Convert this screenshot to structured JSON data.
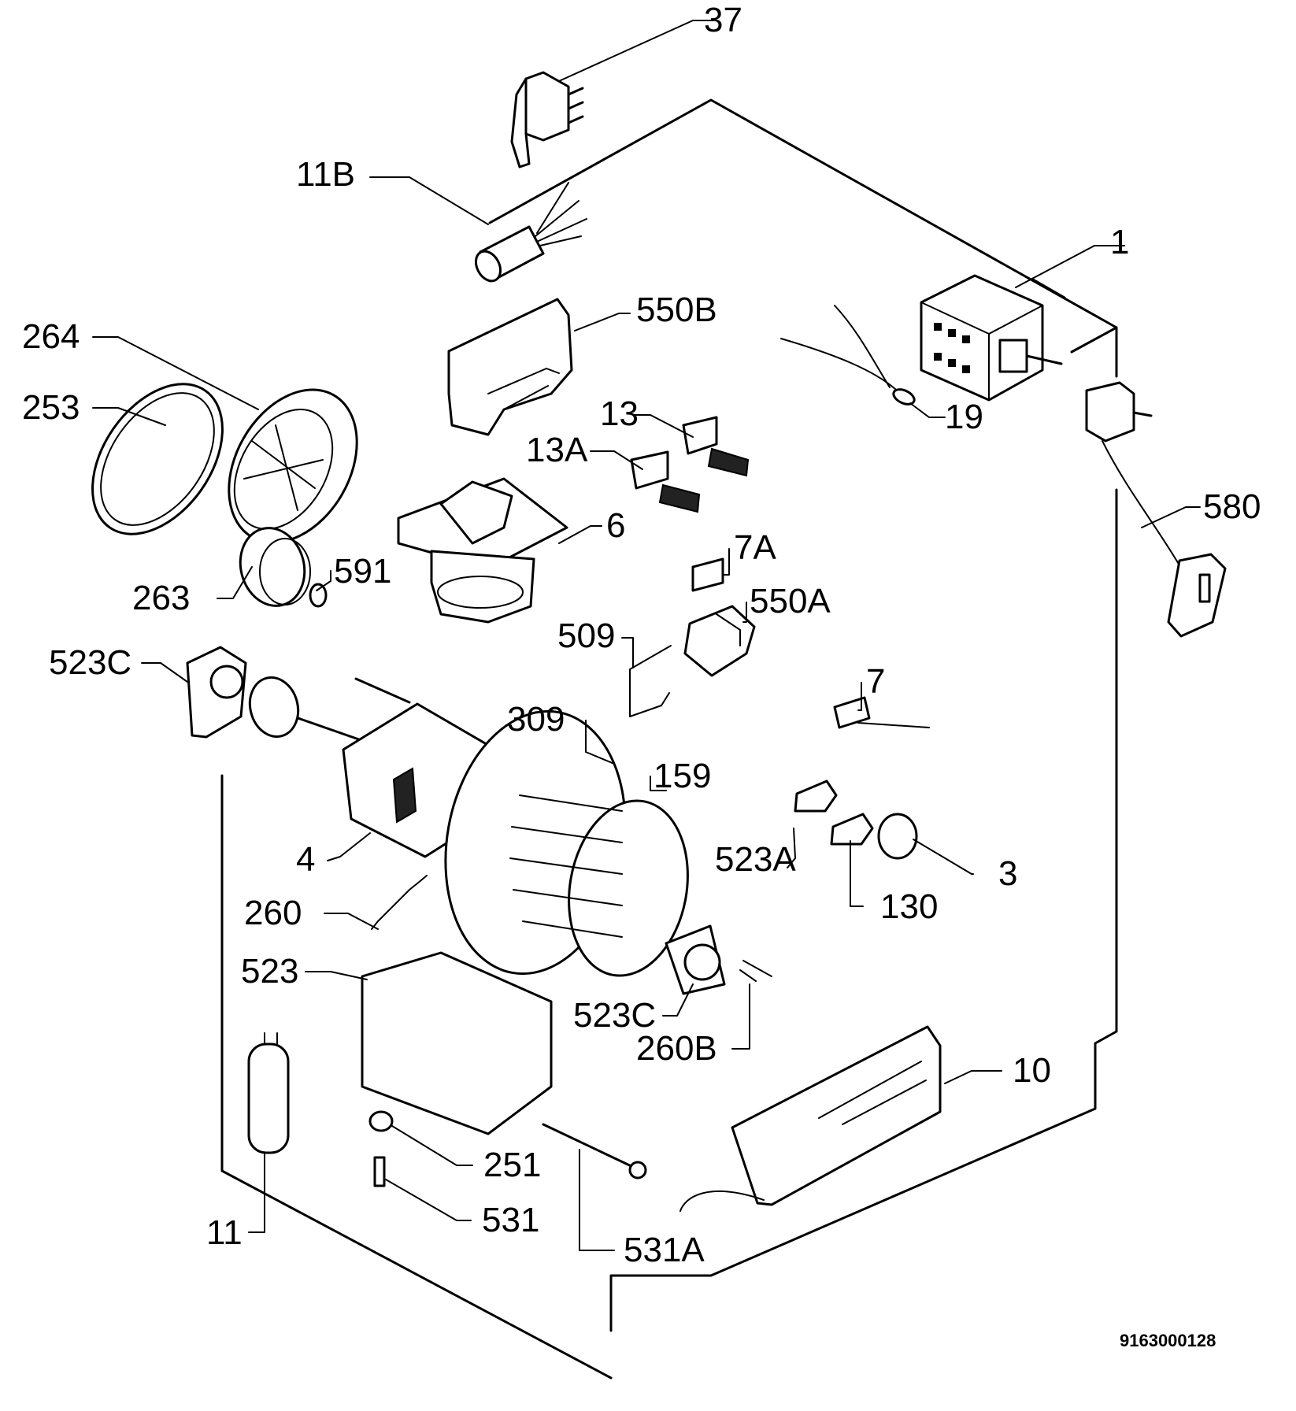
{
  "reference_number": "9163000128",
  "parts": [
    {
      "id": "p37",
      "number": "37"
    },
    {
      "id": "p11b",
      "number": "11B"
    },
    {
      "id": "p1",
      "number": "1"
    },
    {
      "id": "p550b",
      "number": "550B"
    },
    {
      "id": "p264",
      "number": "264"
    },
    {
      "id": "p253",
      "number": "253"
    },
    {
      "id": "p19",
      "number": "19"
    },
    {
      "id": "p13",
      "number": "13"
    },
    {
      "id": "p13a",
      "number": "13A"
    },
    {
      "id": "p580",
      "number": "580"
    },
    {
      "id": "p6",
      "number": "6"
    },
    {
      "id": "p591",
      "number": "591"
    },
    {
      "id": "p263",
      "number": "263"
    },
    {
      "id": "p7a",
      "number": "7A"
    },
    {
      "id": "p550a",
      "number": "550A"
    },
    {
      "id": "p509",
      "number": "509"
    },
    {
      "id": "p523c_top",
      "number": "523C"
    },
    {
      "id": "p7",
      "number": "7"
    },
    {
      "id": "p309",
      "number": "309"
    },
    {
      "id": "p159",
      "number": "159"
    },
    {
      "id": "p523a",
      "number": "523A"
    },
    {
      "id": "p3",
      "number": "3"
    },
    {
      "id": "p4",
      "number": "4"
    },
    {
      "id": "p130",
      "number": "130"
    },
    {
      "id": "p260",
      "number": "260"
    },
    {
      "id": "p523",
      "number": "523"
    },
    {
      "id": "p523c_bottom",
      "number": "523C"
    },
    {
      "id": "p260b",
      "number": "260B"
    },
    {
      "id": "p10",
      "number": "10"
    },
    {
      "id": "p251",
      "number": "251"
    },
    {
      "id": "p531",
      "number": "531"
    },
    {
      "id": "p11",
      "number": "11"
    },
    {
      "id": "p531a",
      "number": "531A"
    }
  ]
}
